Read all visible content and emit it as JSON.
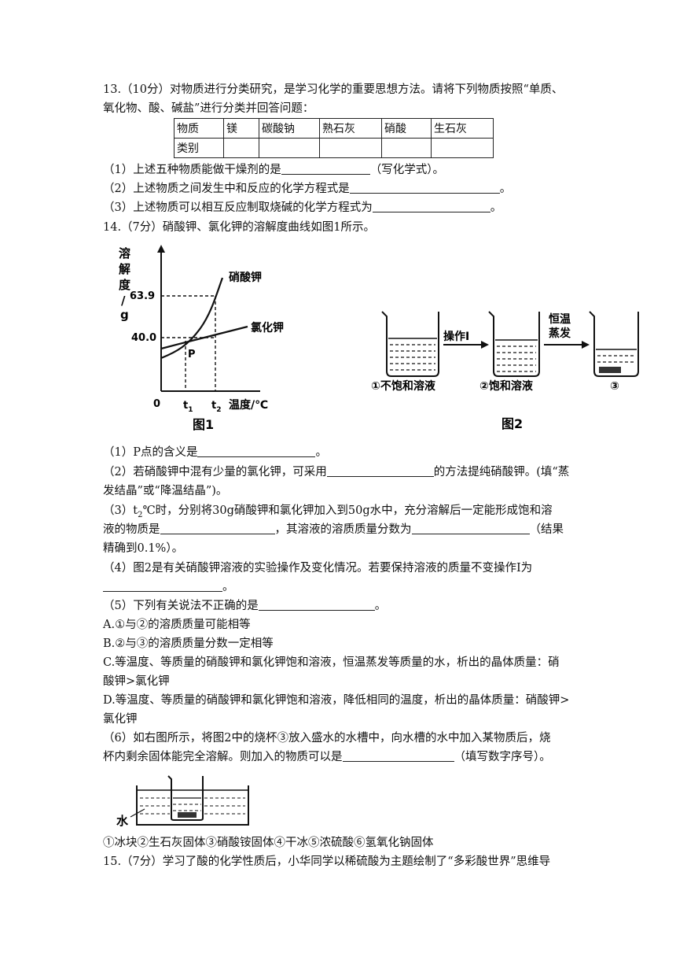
{
  "q13": {
    "line1": "13.（10分）对物质进行分类研究，是学习化学的重要思想方法。请将下列物质按照“单质、",
    "line2": "氧化物、酸、碱盐”进行分类并回答问题：",
    "table": {
      "row1": [
        "物质",
        "镁",
        "碳酸钠",
        "熟石灰",
        "硝酸",
        "生石灰"
      ],
      "row2": [
        "类别",
        "",
        "",
        "",
        "",
        ""
      ]
    },
    "sub1_a": "（1）上述五种物质能做干燥剂的是",
    "sub1_b": "（写化学式）。",
    "sub2_a": "（2）上述物质之间发生中和反应的化学方程式是",
    "sub2_b": "。",
    "sub3_a": "（3）上述物质可以相互反应制取烧碱的化学方程式为",
    "sub3_b": "。"
  },
  "q14": {
    "intro": "14.（7分）硝酸钾、氯化钾的溶解度曲线如图1所示。",
    "fig1": {
      "ylabel": [
        "溶",
        "解",
        "度",
        "/",
        "g"
      ],
      "y1": "63.9",
      "y2": "40.0",
      "origin": "0",
      "t1": "t",
      "t1_sub": "1",
      "t2": "t",
      "t2_sub": "2",
      "xlabel": "温度/℃",
      "curve_kno3": "硝酸钾",
      "curve_kcl": "氯化钾",
      "point_p": "P",
      "caption": "图1"
    },
    "fig2": {
      "b1": "①不饱和溶液",
      "op1": "操作Ⅰ",
      "b2": "②饱和溶液",
      "op2a": "恒温",
      "op2b": "蒸发",
      "b3": "③",
      "caption": "图2"
    },
    "s1_a": "（1）P点的含义是",
    "s1_b": "。",
    "s2_a": "（2）若硝酸钾中混有少量的氯化钾，可采用",
    "s2_b": "的方法提纯硝酸钾。(填“蒸",
    "s2_c": "发结晶”或“降温结晶”)。",
    "s3_a": "（3）t",
    "s3_sub": "2",
    "s3_b": "℃时，分别将30g硝酸钾和氯化钾加入到50g水中，充分溶解后一定能形成饱和溶",
    "s3_c": "液的物质是",
    "s3_d": "，其溶液的溶质质量分数为",
    "s3_e": "（结果",
    "s3_f": "精确到0.1%）。",
    "s4_a": "（4）图2是有关硝酸钾溶液的实验操作及变化情况。若要保持溶液的质量不变操作Ⅰ为",
    "s4_b": "。",
    "s5_a": "（5）下列有关说法不正确的是",
    "s5_b": "。",
    "optA": "A.①与②的溶质质量可能相等",
    "optB": "B.②与③的溶质质量分数一定相等",
    "optC1": "C.等温度、等质量的硝酸钾和氯化钾饱和溶液，恒温蒸发等质量的水，析出的晶体质量：硝",
    "optC2": "酸钾>氯化钾",
    "optD1": "D.等温度、等质量的硝酸钾和氯化钾饱和溶液，降低相同的温度，析出的晶体质量：硝酸钾>",
    "optD2": "氯化钾",
    "s6_a": "（6）如右图所示，将图2中的烧杯③放入盛水的水槽中，向水槽的水中加入某物质后，烧",
    "s6_b": "杯内剩余固体能完全溶解。则加入的物质可以是",
    "s6_c": "（填写数字序号）。",
    "fig3_water": "水",
    "options": "①冰块②生石灰固体③硝酸铵固体④干冰⑤浓硫酸⑥氢氧化钠固体"
  },
  "q15": {
    "line1": "15.（7分）学习了酸的化学性质后，小华同学以稀硫酸为主题绘制了“多彩酸世界”思维导"
  }
}
